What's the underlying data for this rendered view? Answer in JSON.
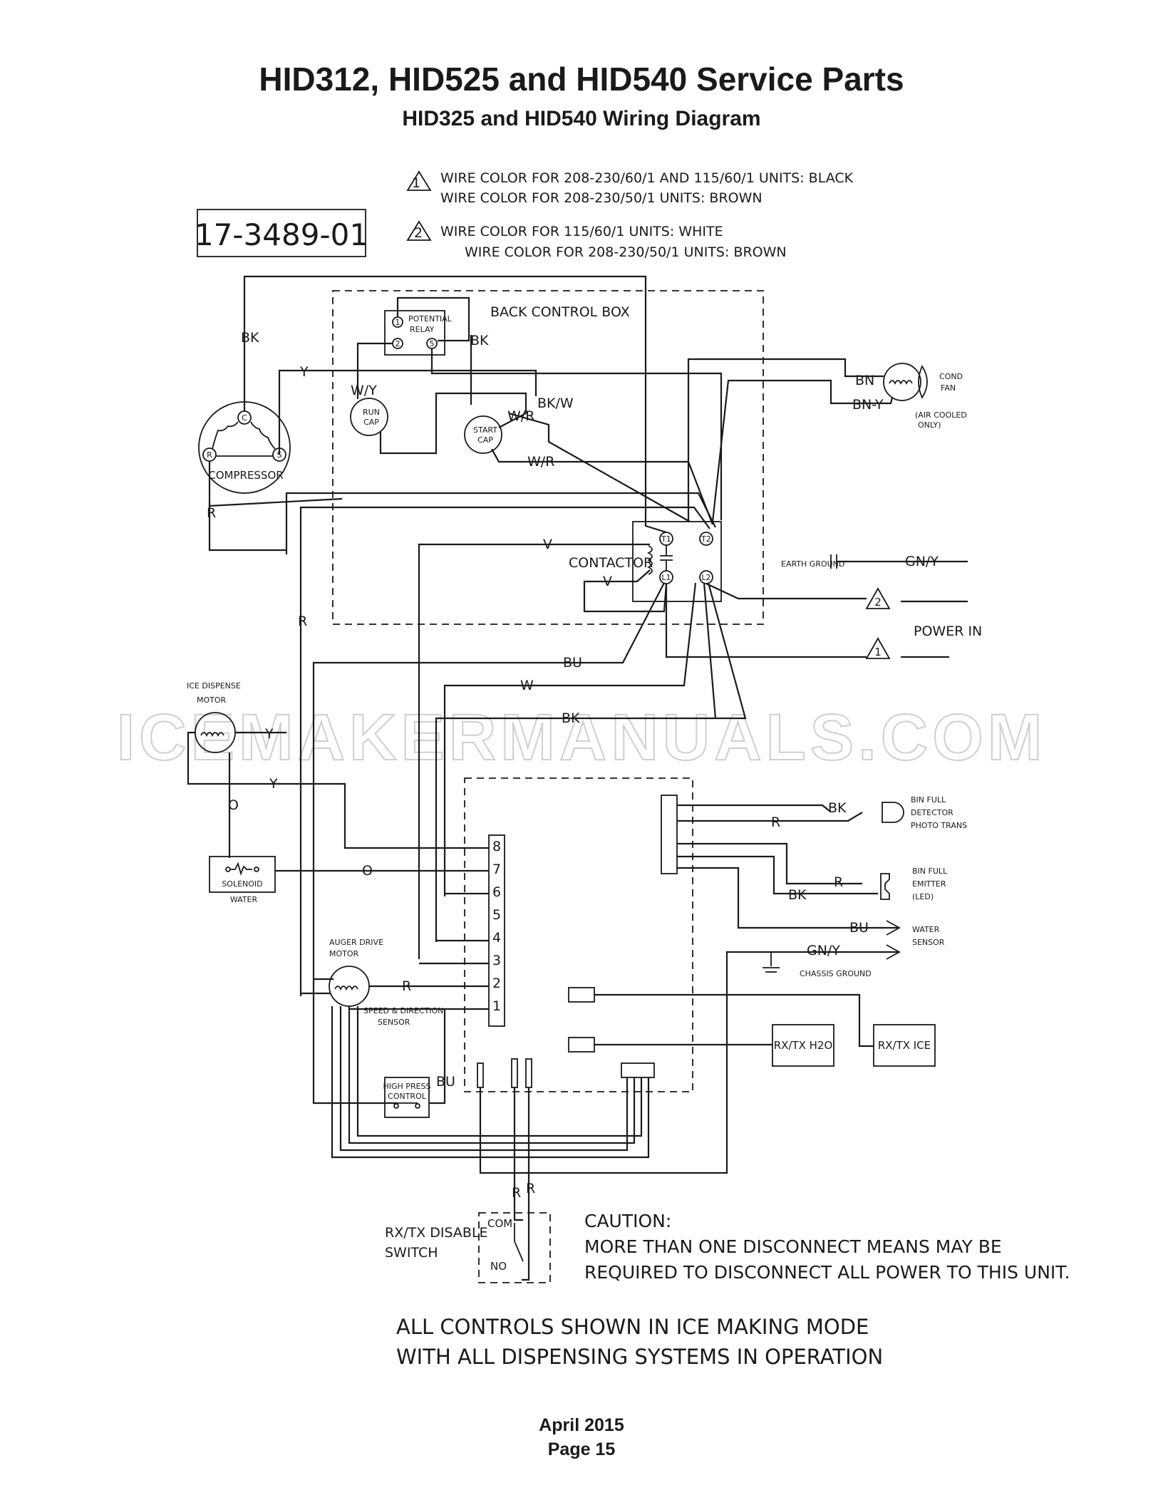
{
  "header": {
    "title": "HID312, HID525 and HID540 Service Parts",
    "subtitle": "HID325 and HID540 Wiring Diagram"
  },
  "footer": {
    "date": "April 2015",
    "page": "Page 15"
  },
  "watermark": "ICEMAKERMANUALS.COM",
  "drawing_number": "17-3489-01",
  "notes": {
    "n1_marker": "1",
    "n1_line1": "WIRE COLOR FOR 208-230/60/1 AND 115/60/1 UNITS: BLACK",
    "n1_line2": "WIRE COLOR FOR 208-230/50/1 UNITS: BROWN",
    "n2_marker": "2",
    "n2_line1": "WIRE COLOR FOR 115/60/1 UNITS: WHITE",
    "n2_line2": "WIRE COLOR FOR 208-230/50/1 UNITS: BROWN"
  },
  "components": {
    "back_control_box": "BACK CONTROL BOX",
    "potential_relay_1": "POTENTIAL",
    "potential_relay_2": "RELAY",
    "relay_t1": "1",
    "relay_t2": "2",
    "relay_t5": "5",
    "run_cap_1": "RUN",
    "run_cap_2": "CAP",
    "start_cap_1": "START",
    "start_cap_2": "CAP",
    "compressor": "COMPRESSOR",
    "comp_c": "C",
    "comp_r": "R",
    "comp_s": "S",
    "contactor": "CONTACTOR",
    "t1": "T1",
    "t2": "T2",
    "l1": "L1",
    "l2": "L2",
    "cond_fan_1": "COND",
    "cond_fan_2": "FAN",
    "air_cooled_1": "(AIR COOLED",
    "air_cooled_2": "ONLY)",
    "earth_ground": "EARTH GROUND",
    "power_in": "POWER IN",
    "ice_dispense_1": "ICE DISPENSE",
    "ice_dispense_2": "MOTOR",
    "solenoid_1": "SOLENOID",
    "solenoid_2": "WATER",
    "auger_1": "AUGER DRIVE",
    "auger_2": "MOTOR",
    "speed_1": "SPEED & DIRECTION",
    "speed_2": "SENSOR",
    "high_press_1": "HIGH PRESS",
    "high_press_2": "CONTROL",
    "bin_full_det_1": "BIN FULL",
    "bin_full_det_2": "DETECTOR",
    "bin_full_det_3": "PHOTO TRANS",
    "bin_full_em_1": "BIN FULL",
    "bin_full_em_2": "EMITTER",
    "bin_full_em_3": "(LED)",
    "water_sensor_1": "WATER",
    "water_sensor_2": "SENSOR",
    "chassis_ground": "CHASSIS GROUND",
    "rxtx_h2o": "RX/TX H2O",
    "rxtx_ice": "RX/TX ICE",
    "rxtx_disable_1": "RX/TX DISABLE",
    "rxtx_disable_2": "SWITCH",
    "com": "COM",
    "no": "NO"
  },
  "pins": [
    "8",
    "7",
    "6",
    "5",
    "4",
    "3",
    "2",
    "1"
  ],
  "wire_labels": {
    "bk": "BK",
    "y": "Y",
    "wy": "W/Y",
    "wr": "W/R",
    "bkw": "BK/W",
    "r": "R",
    "v": "V",
    "bn": "BN",
    "bny": "BN-Y",
    "gny": "GN/Y",
    "bu": "BU",
    "w": "W",
    "o": "O"
  },
  "caution": {
    "head": "CAUTION:",
    "line1": "MORE THAN ONE DISCONNECT MEANS MAY BE",
    "line2": "REQUIRED TO DISCONNECT ALL POWER TO THIS UNIT."
  },
  "bottom_note": {
    "line1": "ALL CONTROLS SHOWN IN ICE MAKING MODE",
    "line2": "WITH ALL DISPENSING SYSTEMS IN OPERATION"
  }
}
